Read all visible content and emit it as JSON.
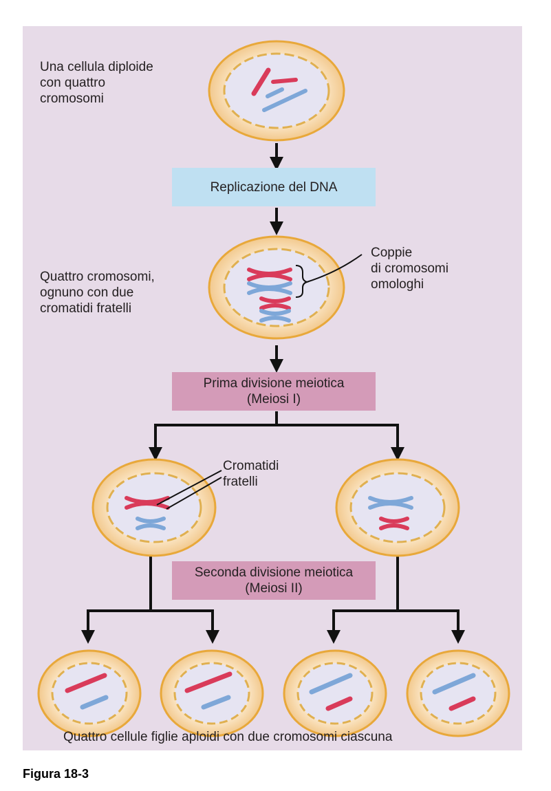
{
  "labels": {
    "diploid_cell": "Una cellula diploide\ncon quattro\ncromosomi",
    "replicated": "Quattro cromosomi,\nognuno con due\ncromatidi fratelli",
    "homologous_pairs": "Coppie\ndi cromosomi\nomologhi",
    "sister_chromatids": "Cromatidi\nfratelli",
    "daughter_cells": "Quattro cellule figlie aploidi con due cromosomi ciascuna"
  },
  "boxes": {
    "replication": "Replicazione del DNA",
    "meiosis1": "Prima divisione meiotica\n(Meiosi I)",
    "meiosis2": "Seconda divisione meiotica\n(Meiosi II)"
  },
  "figure_caption": "Figura 18-3",
  "colors": {
    "background": "#e7dbe8",
    "cell_outer": "#f5c870",
    "cell_inner": "#fbe6c6",
    "nucleus": "#e6e4f2",
    "red_chromosome": "#d93b5a",
    "blue_chromosome": "#7ea7d8",
    "replication_box": "#bfe0f2",
    "meiosis_box": "#d49bb8"
  }
}
